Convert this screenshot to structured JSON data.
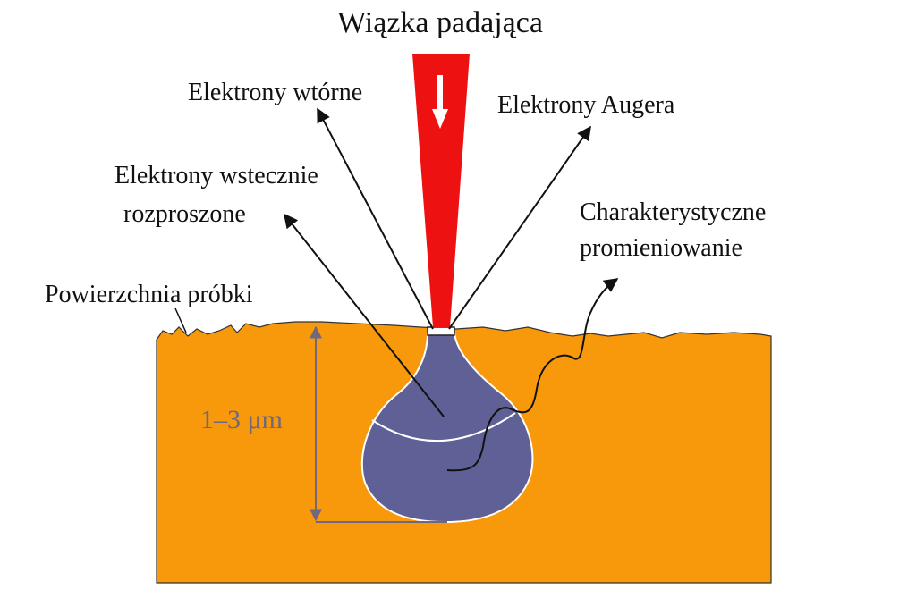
{
  "diagram": {
    "labels": {
      "incident_beam": "Wiązka padająca",
      "secondary_electrons": "Elektrony wtórne",
      "auger_electrons": "Elektrony Augera",
      "backscattered_line1": "Elektrony wstecznie",
      "backscattered_line2": "rozproszone",
      "characteristic_line1": "Charakterystyczne",
      "characteristic_line2": "promieniowanie",
      "sample_surface": "Powierzchnia próbki",
      "depth": "1–3 μm"
    },
    "colors": {
      "sample": "#F7990A",
      "beam": "#EE1111",
      "interaction_volume": "#5F6095",
      "depth_marker": "#6F6880",
      "arrows": "#111111"
    },
    "icons": {
      "beam_direction": "down-arrow-icon"
    }
  }
}
